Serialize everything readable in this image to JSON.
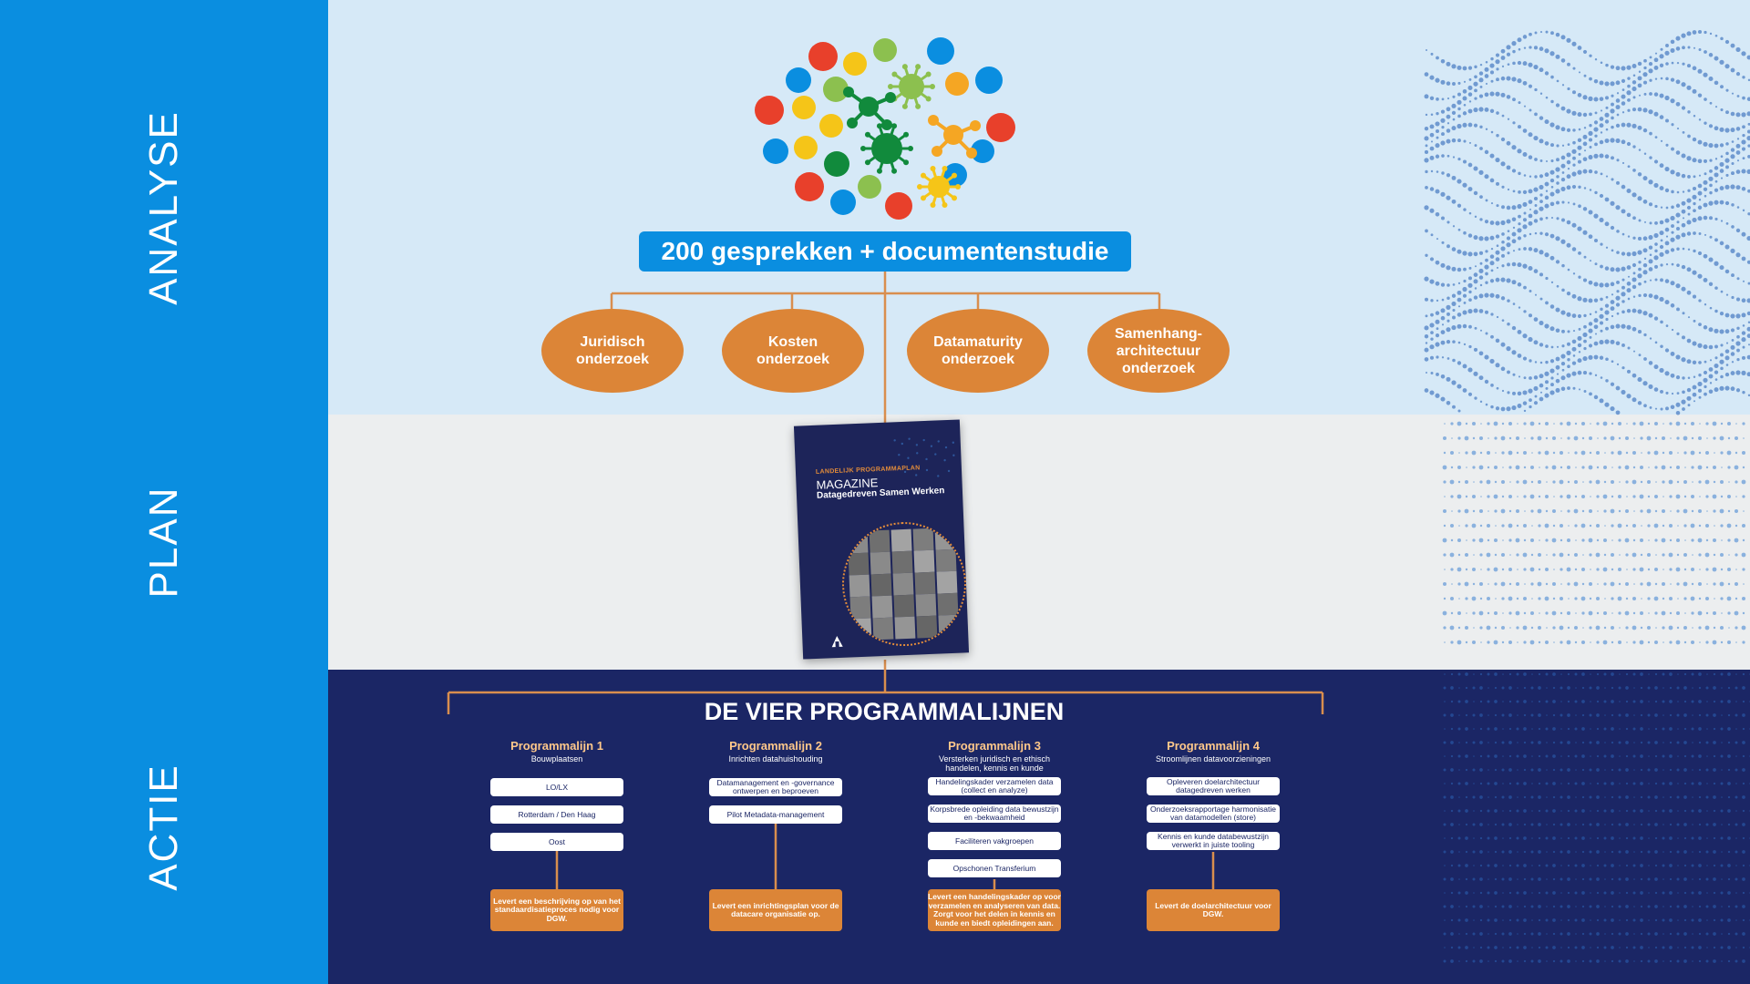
{
  "sections": {
    "analyse": "ANALYSE",
    "plan": "PLAN",
    "actie": "ACTIE"
  },
  "analyse": {
    "title": "200 gesprekken + documentenstudie",
    "studies": [
      "Juridisch\nonderzoek",
      "Kosten\nonderzoek",
      "Datamaturity\nonderzoek",
      "Samenhang-\narchitectuur\nonderzoek"
    ]
  },
  "plan": {
    "cover_kicker": "LANDELIJK PROGRAMMAPLAN",
    "cover_title": "MAGAZINE",
    "cover_subtitle": "Datagedreven Samen Werken"
  },
  "actie": {
    "title": "DE VIER PROGRAMMALIJNEN",
    "lines": [
      {
        "title": "Programmalijn 1",
        "subtitle": "Bouwplaatsen",
        "items": [
          "LO/LX",
          "Rotterdam / Den Haag",
          "Oost"
        ],
        "outcome": "Levert een beschrijving op van het standaardisatieproces nodig voor DGW."
      },
      {
        "title": "Programmalijn 2",
        "subtitle": "Inrichten datahuishouding",
        "items": [
          "Datamanagement en -governance ontwerpen en beproeven",
          "Pilot Metadata-management"
        ],
        "outcome": "Levert een inrichtingsplan voor de datacare organisatie op."
      },
      {
        "title": "Programmalijn 3",
        "subtitle": "Versterken juridisch en ethisch handelen, kennis en kunde",
        "items": [
          "Handelingskader verzamelen data (collect en analyze)",
          "Korpsbrede opleiding data bewustzijn en -bekwaamheid",
          "Faciliteren vakgroepen",
          "Opschonen Transferium"
        ],
        "outcome": "Levert een handelingskader op voor verzamelen en analyseren van data. Zorgt voor het delen in kennis en kunde en biedt opleidingen aan."
      },
      {
        "title": "Programmalijn 4",
        "subtitle": "Stroomlijnen datavoorzieningen",
        "items": [
          "Opleveren doelarchitectuur datagedreven werken",
          "Onderzoeksrapportage harmonisatie van datamodellen (store)",
          "Kennis en kunde databewustzijn verwerkt in juiste tooling"
        ],
        "outcome": "Levert de doelarchitectuur voor DGW."
      }
    ]
  },
  "colors": {
    "sidebar_blue": "#0a8ee0",
    "analyse_bg": "#d6e9f7",
    "plan_bg": "#eceeef",
    "actie_bg": "#1b2665",
    "accent_orange": "#dc8537",
    "connector": "#d98e4e"
  },
  "icons": {
    "network": "molecule-cluster-icon",
    "police_logo": "police-emblem-icon"
  }
}
